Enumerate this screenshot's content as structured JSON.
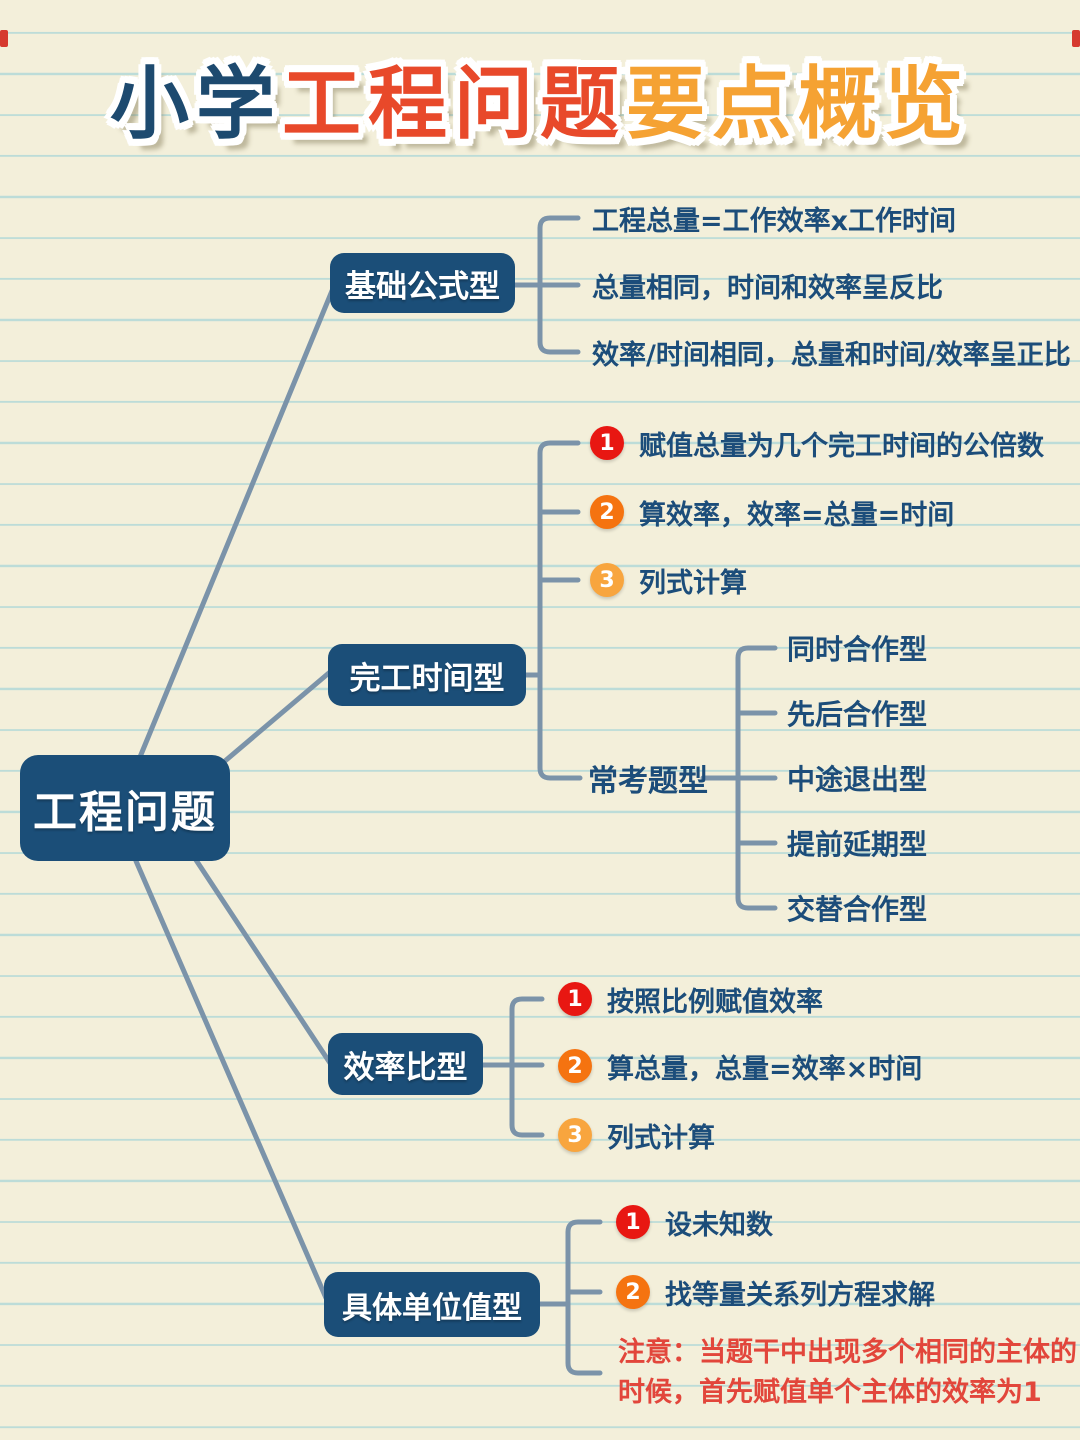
{
  "title": {
    "part1": "小学",
    "part2": "工程问题",
    "part3": "要点概览"
  },
  "root": {
    "label": "工程问题"
  },
  "branches": [
    {
      "label": "基础公式型",
      "items": [
        "工程总量=工作效率x工作时间",
        "总量相同，时间和效率呈反比",
        "效率/时间相同，总量和时间/效率呈正比"
      ]
    },
    {
      "label": "完工时间型",
      "steps": [
        {
          "num": "1",
          "text": "赋值总量为几个完工时间的公倍数"
        },
        {
          "num": "2",
          "text": "算效率，效率=总量=时间"
        },
        {
          "num": "3",
          "text": "列式计算"
        }
      ],
      "subgroup": {
        "label": "常考题型",
        "items": [
          "同时合作型",
          "先后合作型",
          "中途退出型",
          "提前延期型",
          "交替合作型"
        ]
      }
    },
    {
      "label": "效率比型",
      "steps": [
        {
          "num": "1",
          "text": "按照比例赋值效率"
        },
        {
          "num": "2",
          "text": "算总量，总量=效率×时间"
        },
        {
          "num": "3",
          "text": "列式计算"
        }
      ]
    },
    {
      "label": "具体单位值型",
      "steps": [
        {
          "num": "1",
          "text": "设未知数"
        },
        {
          "num": "2",
          "text": "找等量关系列方程求解"
        }
      ],
      "note": "注意：当题干中出现多个相同的主体的时候，首先赋值单个主体的效率为1"
    }
  ],
  "colors": {
    "paper-bg": "#f3efda",
    "rule": "#bcdcd8",
    "node-bg": "#1b4e78",
    "text-blue": "#1c4d7a",
    "connector": "#7b93a9",
    "step1": "#e81712",
    "step2": "#f57310",
    "step3": "#f8a53e",
    "note-red": "#e2463b",
    "title-blue": "#1d4a6f",
    "title-red": "#e8492a",
    "title-orange": "#f5a233"
  }
}
